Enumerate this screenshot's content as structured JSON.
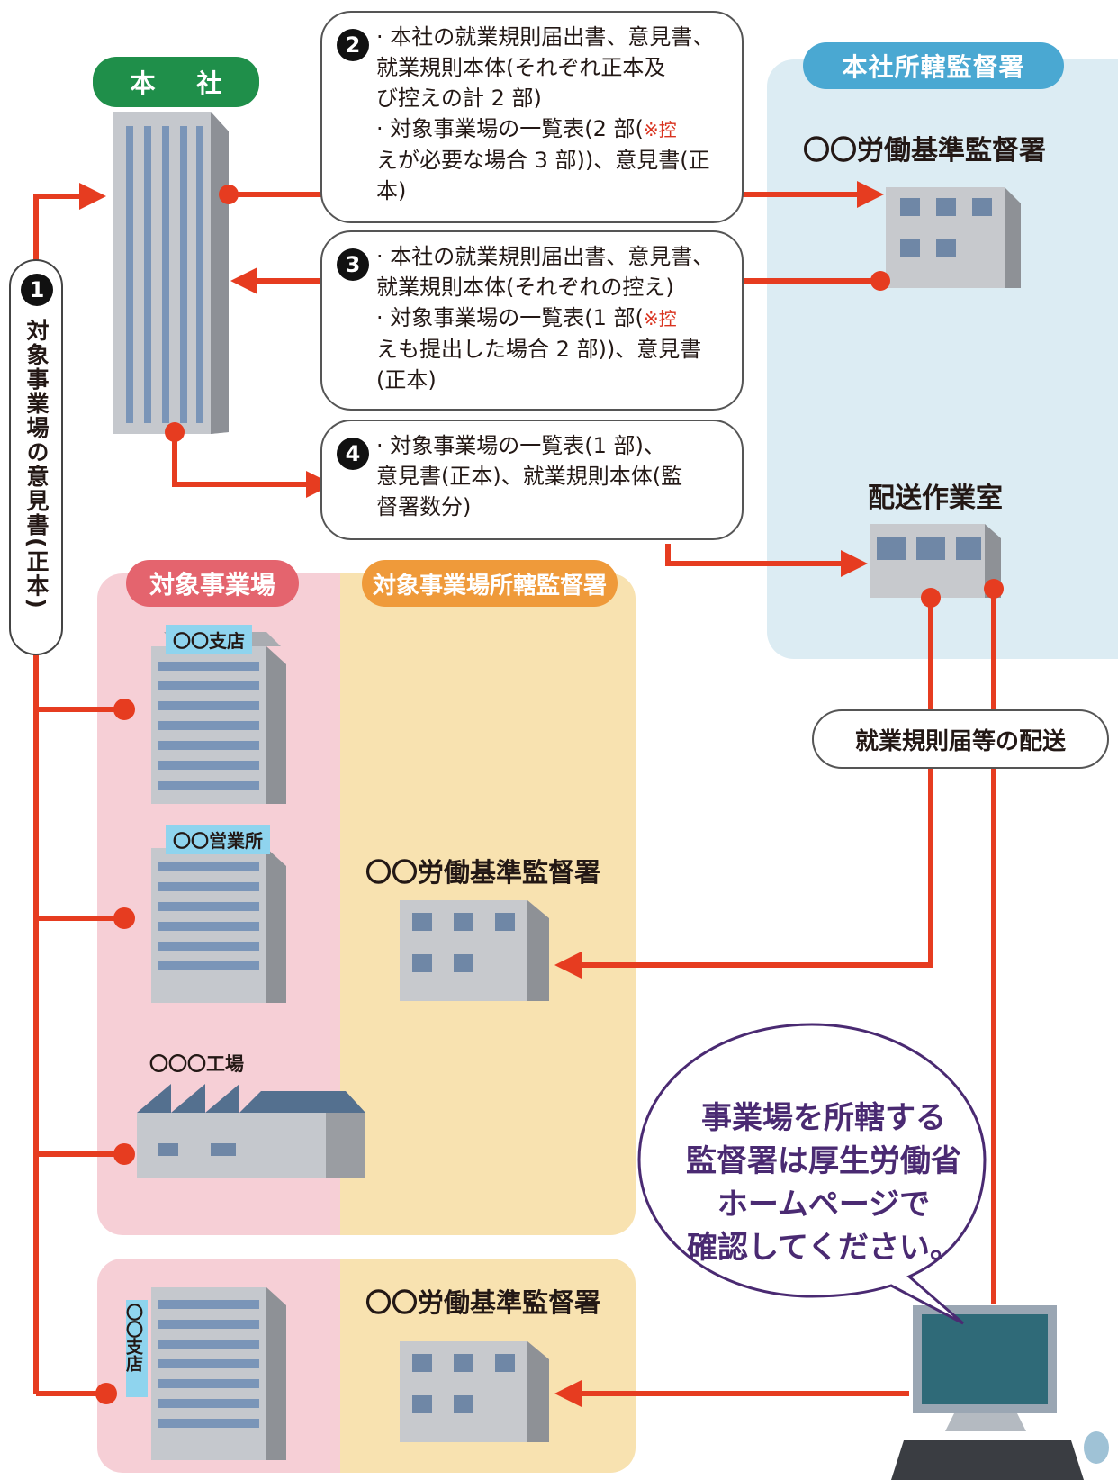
{
  "head_office": {
    "label": "本 社"
  },
  "head_office_supervisor_zone": {
    "label": "本社所轄監督署",
    "office_name": "〇〇労働基準監督署"
  },
  "delivery_room": {
    "label": "配送作業室"
  },
  "target_zone": {
    "label": "対象事業場"
  },
  "target_office_zone": {
    "label": "対象事業場所轄監督署"
  },
  "step1": {
    "number": "1",
    "text": "対象事業場の意見書(正本)"
  },
  "step2": {
    "number": "2",
    "lines": [
      "· 本社の就業規則届出書、意見書、",
      "就業規則本体(それぞれ正本及",
      "び控えの計 2 部)",
      "· 対象事業場の一覧表(2 部(",
      "えが必要な場合 3 部))、意見書(正",
      "本)"
    ],
    "note": "※控"
  },
  "step3": {
    "number": "3",
    "lines": [
      "· 本社の就業規則届出書、意見書、",
      "就業規則本体(それぞれの控え)",
      "· 対象事業場の一覧表(1 部(",
      "えも提出した場合 2 部))、意見書",
      "(正本)"
    ],
    "note": "※控"
  },
  "step4": {
    "number": "4",
    "lines": [
      "· 対象事業場の一覧表(1 部)、",
      "意見書(正本)、就業規則本体(監",
      "督署数分)"
    ]
  },
  "branches": {
    "branch1": "〇〇支店",
    "sales_office": "〇〇営業所",
    "factory": "〇〇〇工場",
    "branch2": "〇〇支店"
  },
  "target_supervisor_office_1": "〇〇労働基準監督署",
  "target_supervisor_office_2": "〇〇労働基準監督署",
  "delivery_label": "就業規則届等の配送",
  "speech_bubble": {
    "lines": [
      "事業場を所轄する",
      "監督署は厚生労働省",
      "ホームページで",
      "確認してください。"
    ]
  },
  "colors": {
    "arrow": "#e63c20",
    "head_office_pill": "#1f8f4a",
    "supervisor_pill": "#4aa8d2",
    "target_pill": "#e4646e",
    "target_office_pill": "#ef9a3a",
    "bubble_text": "#4a2a72"
  }
}
